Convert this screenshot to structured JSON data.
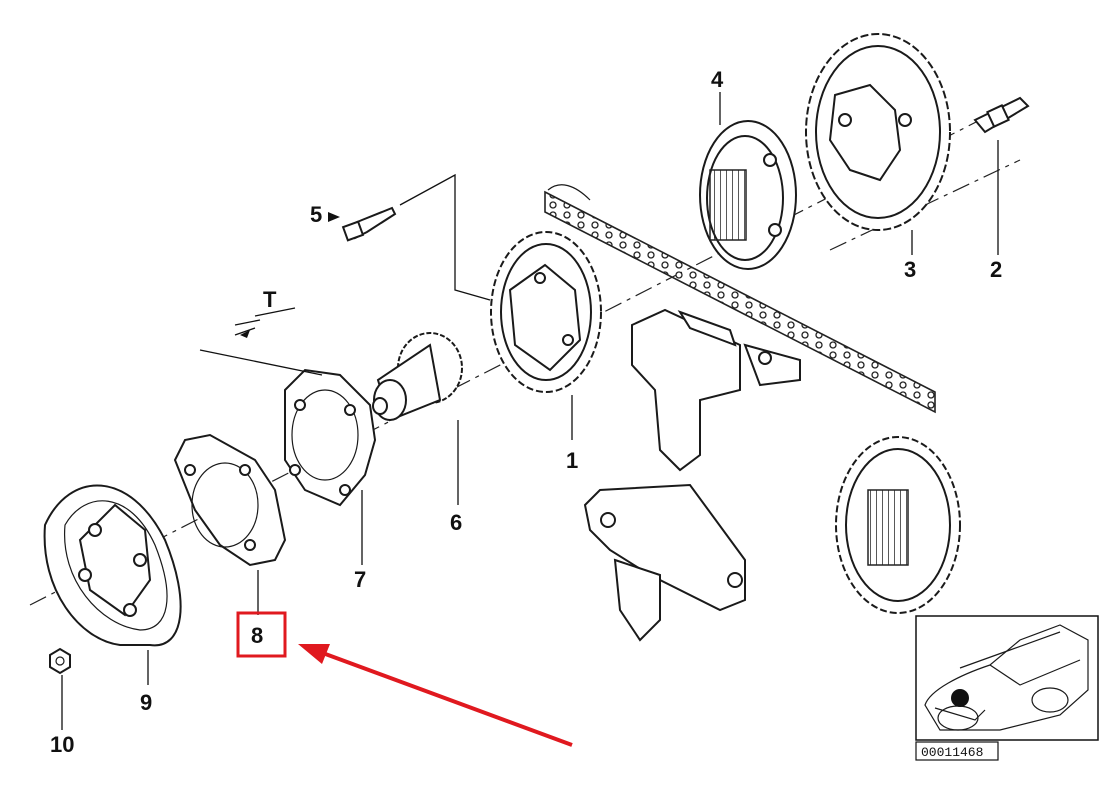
{
  "callouts": {
    "p1": "1",
    "p2": "2",
    "p3": "3",
    "p4": "4",
    "p5": "5",
    "p6": "6",
    "p7": "7",
    "p8": "8",
    "p9": "9",
    "p10": "10",
    "dimension": "T"
  },
  "reference_number": "00011468",
  "highlight": {
    "part": "8",
    "color": "#e0191f"
  }
}
